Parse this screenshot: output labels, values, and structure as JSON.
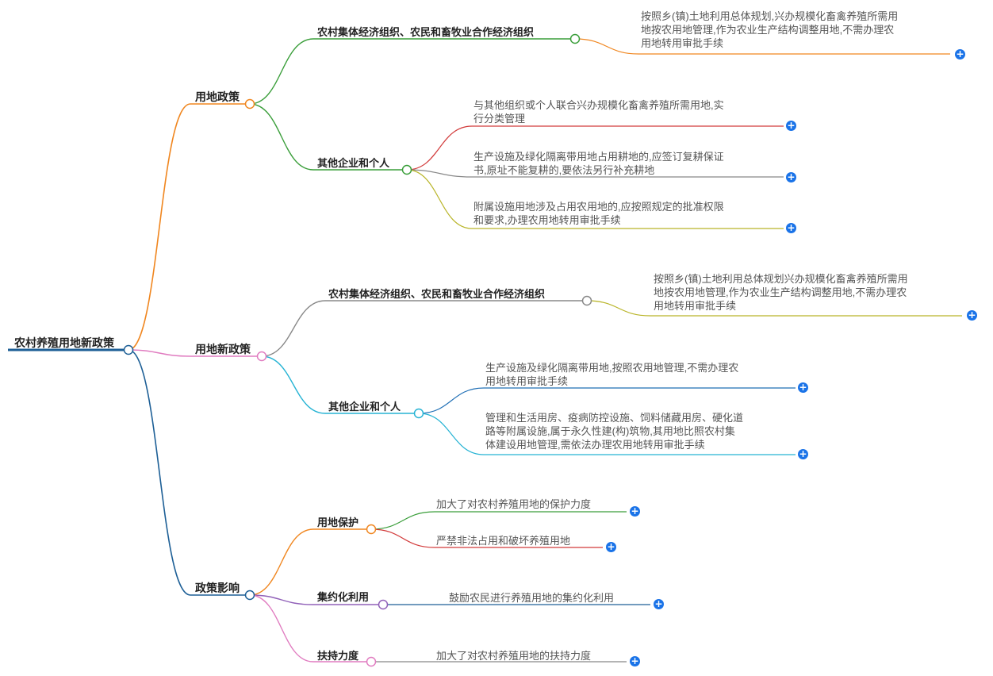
{
  "root": {
    "label": "农村养殖用地新政策"
  },
  "branches": [
    {
      "label": "用地政策",
      "children": [
        {
          "label": "农村集体经济组织、农民和畜牧业合作经济组织",
          "leaves": [
            {
              "lines": [
                "按照乡(镇)土地利用总体规划,兴办规模化畜禽养殖所需用",
                "地按农用地管理,作为农业生产结构调整用地,不需办理农",
                "用地转用审批手续"
              ]
            }
          ]
        },
        {
          "label": "其他企业和个人",
          "leaves": [
            {
              "lines": [
                "与其他组织或个人联合兴办规模化畜禽养殖所需用地,实",
                "行分类管理"
              ]
            },
            {
              "lines": [
                "生产设施及绿化隔离带用地占用耕地的,应签订复耕保证",
                "书,原址不能复耕的,要依法另行补充耕地"
              ]
            },
            {
              "lines": [
                "附属设施用地涉及占用农用地的,应按照规定的批准权限",
                "和要求,办理农用地转用审批手续"
              ]
            }
          ]
        }
      ]
    },
    {
      "label": "用地新政策",
      "children": [
        {
          "label": "农村集体经济组织、农民和畜牧业合作经济组织",
          "leaves": [
            {
              "lines": [
                "按照乡(镇)土地利用总体规划兴办规模化畜禽养殖所需用",
                "地按农用地管理,作为农业生产结构调整用地,不需办理农",
                "用地转用审批手续"
              ]
            }
          ]
        },
        {
          "label": "其他企业和个人",
          "leaves": [
            {
              "lines": [
                "生产设施及绿化隔离带用地,按照农用地管理,不需办理农",
                "用地转用审批手续"
              ]
            },
            {
              "lines": [
                "管理和生活用房、疫病防控设施、饲料储藏用房、硬化道",
                "路等附属设施,属于永久性建(构)筑物,其用地比照农村集",
                "体建设用地管理,需依法办理农用地转用审批手续"
              ]
            }
          ]
        }
      ]
    },
    {
      "label": "政策影响",
      "children": [
        {
          "label": "用地保护",
          "leaves": [
            {
              "lines": [
                "加大了对农村养殖用地的保护力度"
              ]
            },
            {
              "lines": [
                "严禁非法占用和破坏养殖用地"
              ]
            }
          ]
        },
        {
          "label": "集约化利用",
          "leaves": [
            {
              "lines": [
                "鼓励农民进行养殖用地的集约化利用"
              ]
            }
          ]
        },
        {
          "label": "扶持力度",
          "leaves": [
            {
              "lines": [
                "加大了对农村养殖用地的扶持力度"
              ]
            }
          ]
        }
      ]
    }
  ],
  "expand_symbol": "+",
  "colors": {
    "orange": "#f0861f",
    "green": "#3a9e3a",
    "red": "#d23a3a",
    "gray": "#888888",
    "olive": "#b9b529",
    "pink": "#e07cc0",
    "cyan": "#26b3d4",
    "blue": "#1f6fb5",
    "purple": "#9060b8",
    "darkblue": "#1d5f96",
    "expand": "#1a73e8"
  }
}
